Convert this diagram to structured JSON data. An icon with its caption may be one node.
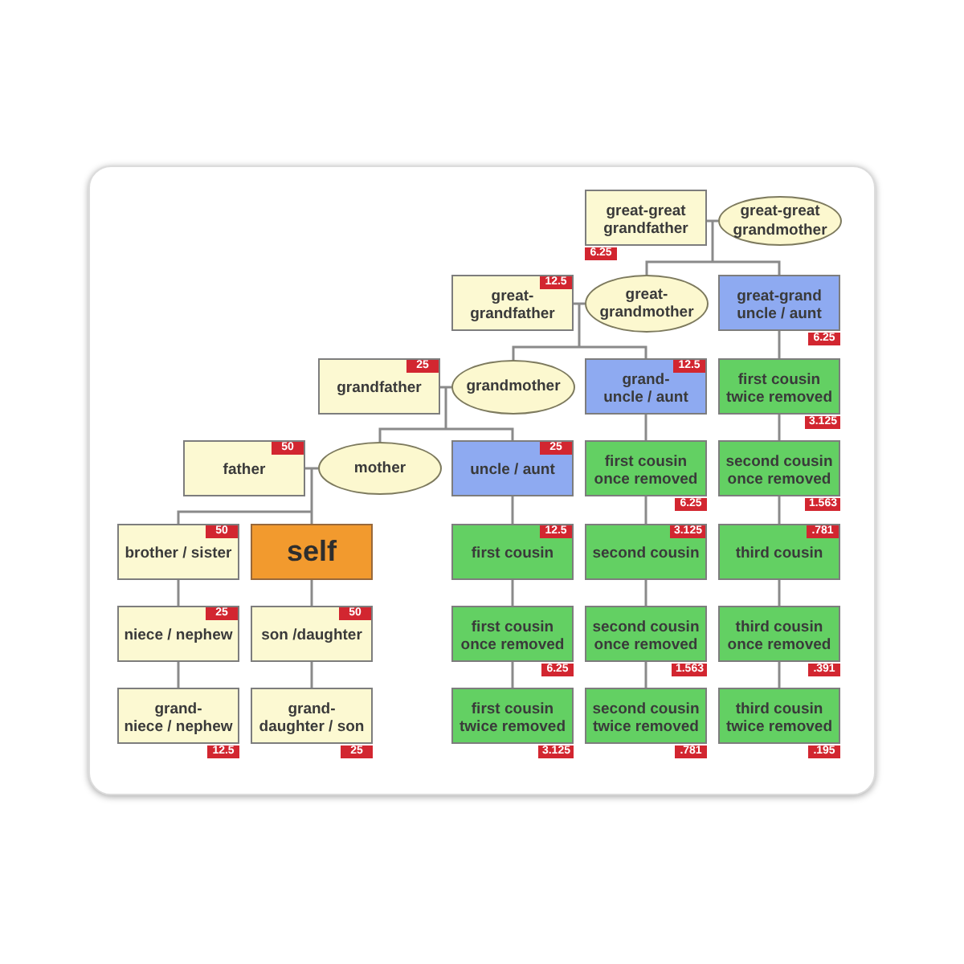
{
  "diagram": {
    "nodes": [
      {
        "text": [
          "great-great grandfather"
        ],
        "beside": [
          "6.25"
        ]
      },
      {
        "text": [
          "great-great grandmother"
        ]
      },
      {
        "text": [
          "12.5",
          "great- grandfather"
        ]
      },
      {
        "text": [
          "great- grandmother"
        ]
      },
      {
        "text": [
          "great-grand uncle / aunt"
        ],
        "beside": [
          "6.25"
        ]
      },
      {
        "text": [
          "25",
          "grandfather"
        ]
      },
      {
        "text": [
          "grandmother"
        ]
      },
      {
        "text": [
          "12.5",
          "grand- uncle / aunt"
        ]
      },
      {
        "text": [
          "first cousin twice removed"
        ],
        "beside": [
          "3.125"
        ]
      },
      {
        "text": [
          "50",
          "father"
        ]
      },
      {
        "text": [
          "mother"
        ]
      },
      {
        "text": [
          "25",
          "uncle / aunt"
        ]
      },
      {
        "text": [
          "first cousin once removed"
        ],
        "beside": [
          "6.25"
        ]
      },
      {
        "text": [
          "second cousin once removed"
        ],
        "beside": [
          "1.563"
        ]
      },
      {
        "text": [
          "50",
          "brother / sister"
        ]
      },
      {
        "text": [
          "self"
        ]
      },
      {
        "text": [
          "12.5",
          "first cousin"
        ]
      },
      {
        "text": [
          "3.125",
          "second cousin"
        ]
      },
      {
        "text": [
          ".781",
          "third cousin"
        ]
      },
      {
        "text": [
          "25",
          "niece / nephew"
        ]
      },
      {
        "text": [
          "50",
          "son /daughter"
        ]
      },
      {
        "text": [
          "first cousin once removed"
        ],
        "beside": [
          "6.25"
        ]
      },
      {
        "text": [
          "second cousin once removed"
        ],
        "beside": [
          "1.563"
        ]
      },
      {
        "text": [
          "third cousin once removed"
        ],
        "beside": [
          ".391"
        ]
      },
      {
        "text": [
          "grand- niece / nephew"
        ],
        "beside": [
          "12.5"
        ]
      },
      {
        "text": [
          "grand- daughter / son"
        ],
        "beside": [
          "25"
        ]
      },
      {
        "text": [
          "first cousin twice removed"
        ],
        "beside": [
          "3.125"
        ]
      },
      {
        "text": [
          "second cousin twice removed"
        ],
        "beside": [
          ".781"
        ]
      },
      {
        "text": [
          "third cousin twice removed"
        ],
        "beside": [
          ".195"
        ]
      }
    ],
    "edges": [
      {
        "from": 0,
        "to": 1,
        "arrow": "none"
      },
      {
        "from": 0,
        "to": 3,
        "arrow": "none"
      },
      {
        "from": 0,
        "to": 4,
        "arrow": "none"
      },
      {
        "from": 2,
        "to": 3,
        "arrow": "none"
      },
      {
        "from": 2,
        "to": 6,
        "arrow": "none"
      },
      {
        "from": 2,
        "to": 7,
        "arrow": "none"
      },
      {
        "from": 4,
        "to": 8,
        "arrow": "none"
      },
      {
        "from": 5,
        "to": 6,
        "arrow": "none"
      },
      {
        "from": 5,
        "to": 10,
        "arrow": "none"
      },
      {
        "from": 5,
        "to": 11,
        "arrow": "none"
      },
      {
        "from": 7,
        "to": 12,
        "arrow": "none"
      },
      {
        "from": 8,
        "to": 13,
        "arrow": "none"
      },
      {
        "from": 9,
        "to": 10,
        "arrow": "none"
      },
      {
        "from": 9,
        "to": 14,
        "arrow": "none"
      },
      {
        "from": 9,
        "to": 15,
        "arrow": "none"
      },
      {
        "from": 11,
        "to": 16,
        "arrow": "none"
      },
      {
        "from": 12,
        "to": 17,
        "arrow": "none"
      },
      {
        "from": 13,
        "to": 18,
        "arrow": "none"
      },
      {
        "from": 14,
        "to": 19,
        "arrow": "none"
      },
      {
        "from": 15,
        "to": 20,
        "arrow": "none"
      },
      {
        "from": 16,
        "to": 21,
        "arrow": "none"
      },
      {
        "from": 17,
        "to": 22,
        "arrow": "none"
      },
      {
        "from": 18,
        "to": 23,
        "arrow": "none"
      },
      {
        "from": 19,
        "to": 24,
        "arrow": "none"
      },
      {
        "from": 20,
        "to": 25,
        "arrow": "none"
      },
      {
        "from": 21,
        "to": 26,
        "arrow": "none"
      },
      {
        "from": 22,
        "to": 27,
        "arrow": "none"
      },
      {
        "from": 23,
        "to": 28,
        "arrow": "none"
      }
    ]
  }
}
